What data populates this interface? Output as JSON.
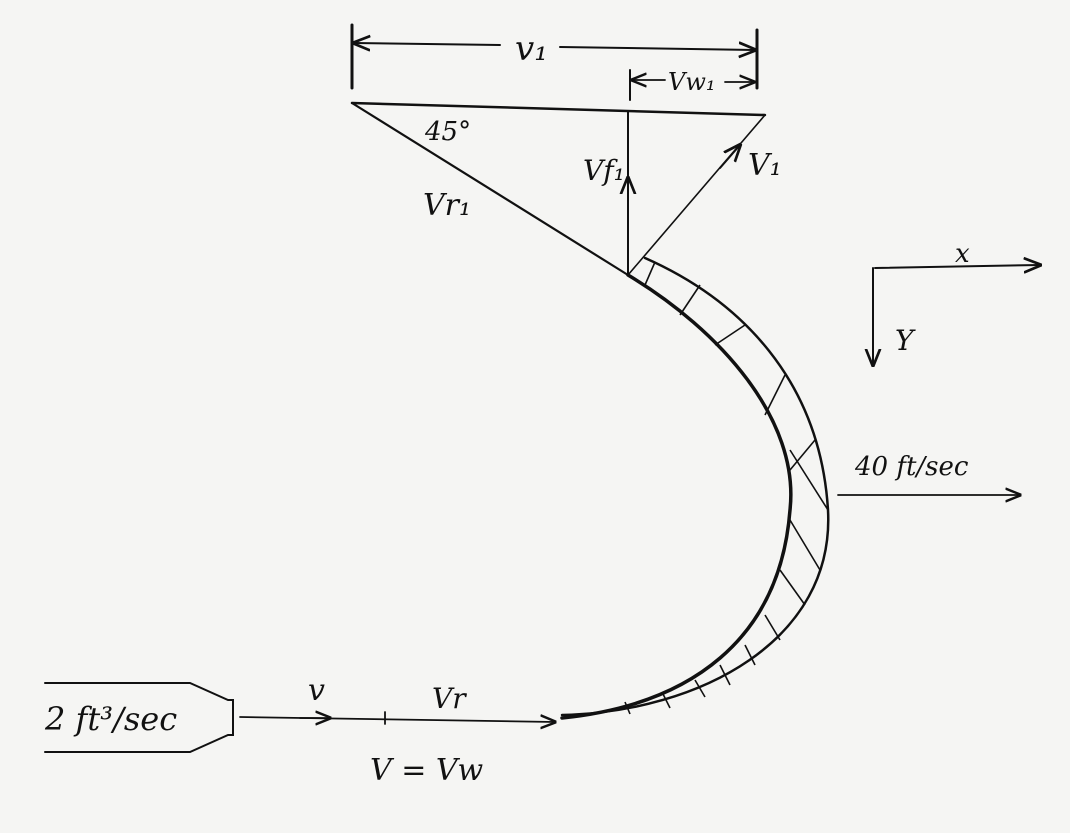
{
  "labels": {
    "v1_top": "v₁",
    "vw1": "Vw₁",
    "angle": "45°",
    "vf1": "Vf₁",
    "v1": "V₁",
    "vr1": "Vr₁",
    "x_axis": "x",
    "y_axis": "Y",
    "exit_speed": "40 ft/sec",
    "flow_rate": "2 ft³/sec",
    "v": "v",
    "vr": "Vr",
    "v_eq_vw": "V = Vw"
  }
}
